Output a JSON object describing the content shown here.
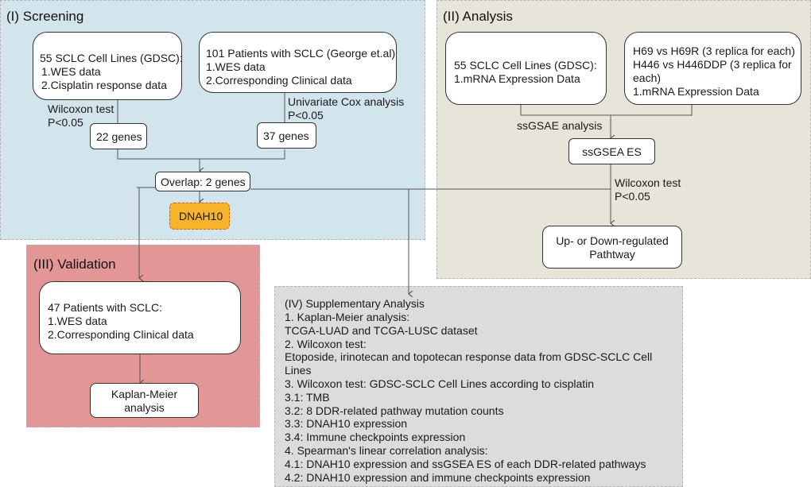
{
  "panels": {
    "screening": {
      "title": "(I) Screening",
      "color": "#d2e4ec",
      "box_gdsc": [
        "55 SCLC Cell Lines (GDSC):",
        "1.WES data",
        "2.Cisplatin response data"
      ],
      "box_george": [
        "101 Patients with SCLC (George et.al)",
        "1.WES data",
        "2.Corresponding Clinical data"
      ],
      "label_wilcoxon": [
        "Wilcoxon test",
        "P<0.05"
      ],
      "label_cox": [
        "Univariate Cox analysis",
        "P<0.05"
      ],
      "genes_22": "22 genes",
      "genes_37": "37 genes",
      "overlap": "Overlap: 2 genes",
      "dnah10": "DNAH10",
      "dnah10_color": "#f7b32b"
    },
    "analysis": {
      "title": "(II) Analysis",
      "color": "#e7e5da",
      "box_gdsc": [
        "55 SCLC Cell Lines (GDSC):",
        "1.mRNA Expression Data"
      ],
      "box_h69": [
        "H69 vs H69R (3 replica for each)",
        "H446 vs H446DDP (3 replica for",
        "each)",
        "1.mRNA Expression Data"
      ],
      "label_ssgsae": "ssGSAE analysis",
      "ssgsea_es": "ssGSEA ES",
      "label_wilcoxon": [
        "Wilcoxon test",
        "P<0.05"
      ],
      "pathway": [
        "Up- or Down-regulated",
        "Pathtway"
      ]
    },
    "validation": {
      "title": "(III) Validation",
      "color": "#e29696",
      "box_patients": [
        "47 Patients with SCLC:",
        "1.WES data",
        "2.Corresponding Clinical data"
      ],
      "km": [
        "Kaplan-Meier",
        "analysis"
      ]
    },
    "supplementary": {
      "title": "(IV) Supplementary Analysis",
      "color": "#dcdcdc",
      "lines": [
        "1. Kaplan-Meier analysis:",
        "TCGA-LUAD and TCGA-LUSC dataset",
        "2. Wilcoxon test:",
        "Etoposide, irinotecan and topotecan response data from GDSC-SCLC Cell",
        "Lines",
        "3. Wilcoxon test: GDSC-SCLC Cell Lines according to cisplatin",
        "3.1: TMB",
        "3.2: 8 DDR-related pathway mutation counts",
        "3.3: DNAH10 expression",
        "3.4: Immune checkpoints expression",
        "4. Spearman's linear correlation analysis:",
        "4.1: DNAH10 expression and ssGSEA ES of each DDR-related pathways",
        "4.2: DNAH10 expression and immune checkpoints expression"
      ]
    }
  }
}
